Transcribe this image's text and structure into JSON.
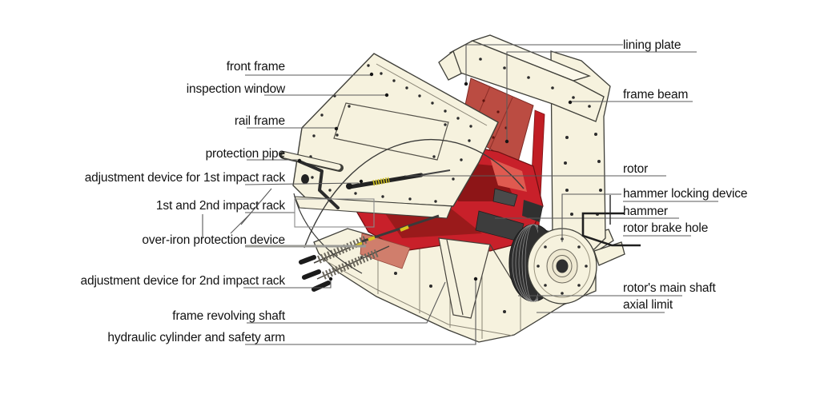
{
  "figure": {
    "type": "technical-diagram",
    "subject": "impact crusher sectional view with part callouts"
  },
  "colors": {
    "bg": "#ffffff",
    "cream": "#f6f2de",
    "cream_light": "#fbf8ea",
    "cream_hub": "#efe9d2",
    "outline": "#3f3f39",
    "outline_soft": "#8a8576",
    "red": "#c8202a",
    "red_dark": "#8d1517",
    "red_deep": "#6d1012",
    "red_lining": "#bb4c42",
    "red_strip": "#c01e24",
    "salmon": "#d07e6c",
    "salmon_dark": "#a83a31",
    "highlight_red": "#df5a50",
    "metal_dark": "#2f2f2f",
    "metal_mid": "#3d3d3d",
    "coil_gray": "#6b675c",
    "yellow": "#d8c51f",
    "leader": "#5a5a5a",
    "leader_thick": "#9a9a95",
    "dot": "#151515"
  },
  "labels": {
    "left": [
      {
        "id": "front-frame",
        "text": "front frame"
      },
      {
        "id": "inspection-window",
        "text": "inspection window"
      },
      {
        "id": "rail-frame",
        "text": "rail frame"
      },
      {
        "id": "protection-pipe",
        "text": "protection pipe"
      },
      {
        "id": "adjustment-device-1st-impact-rack",
        "text": "adjustment device for 1st impact rack"
      },
      {
        "id": "1st-and-2nd-impact-rack",
        "text": "1st and 2nd impact rack"
      },
      {
        "id": "over-iron-protection-device",
        "text": "over-iron protection device"
      },
      {
        "id": "adjustment-device-2nd-impact-rack",
        "text": "adjustment device for 2nd impact rack"
      },
      {
        "id": "frame-revolving-shaft",
        "text": "frame revolving shaft"
      },
      {
        "id": "hydraulic-cylinder-and-safety-arm",
        "text": "hydraulic cylinder and safety arm"
      }
    ],
    "right": [
      {
        "id": "lining-plate",
        "text": "lining plate"
      },
      {
        "id": "frame-beam",
        "text": "frame beam"
      },
      {
        "id": "rotor",
        "text": "rotor"
      },
      {
        "id": "hammer-locking-device",
        "text": "hammer locking device"
      },
      {
        "id": "hammer",
        "text": "hammer"
      },
      {
        "id": "rotor-brake-hole",
        "text": "rotor brake hole"
      },
      {
        "id": "rotors-main-shaft",
        "text": "rotor's main shaft"
      },
      {
        "id": "axial-limit",
        "text": "axial limit"
      }
    ]
  }
}
